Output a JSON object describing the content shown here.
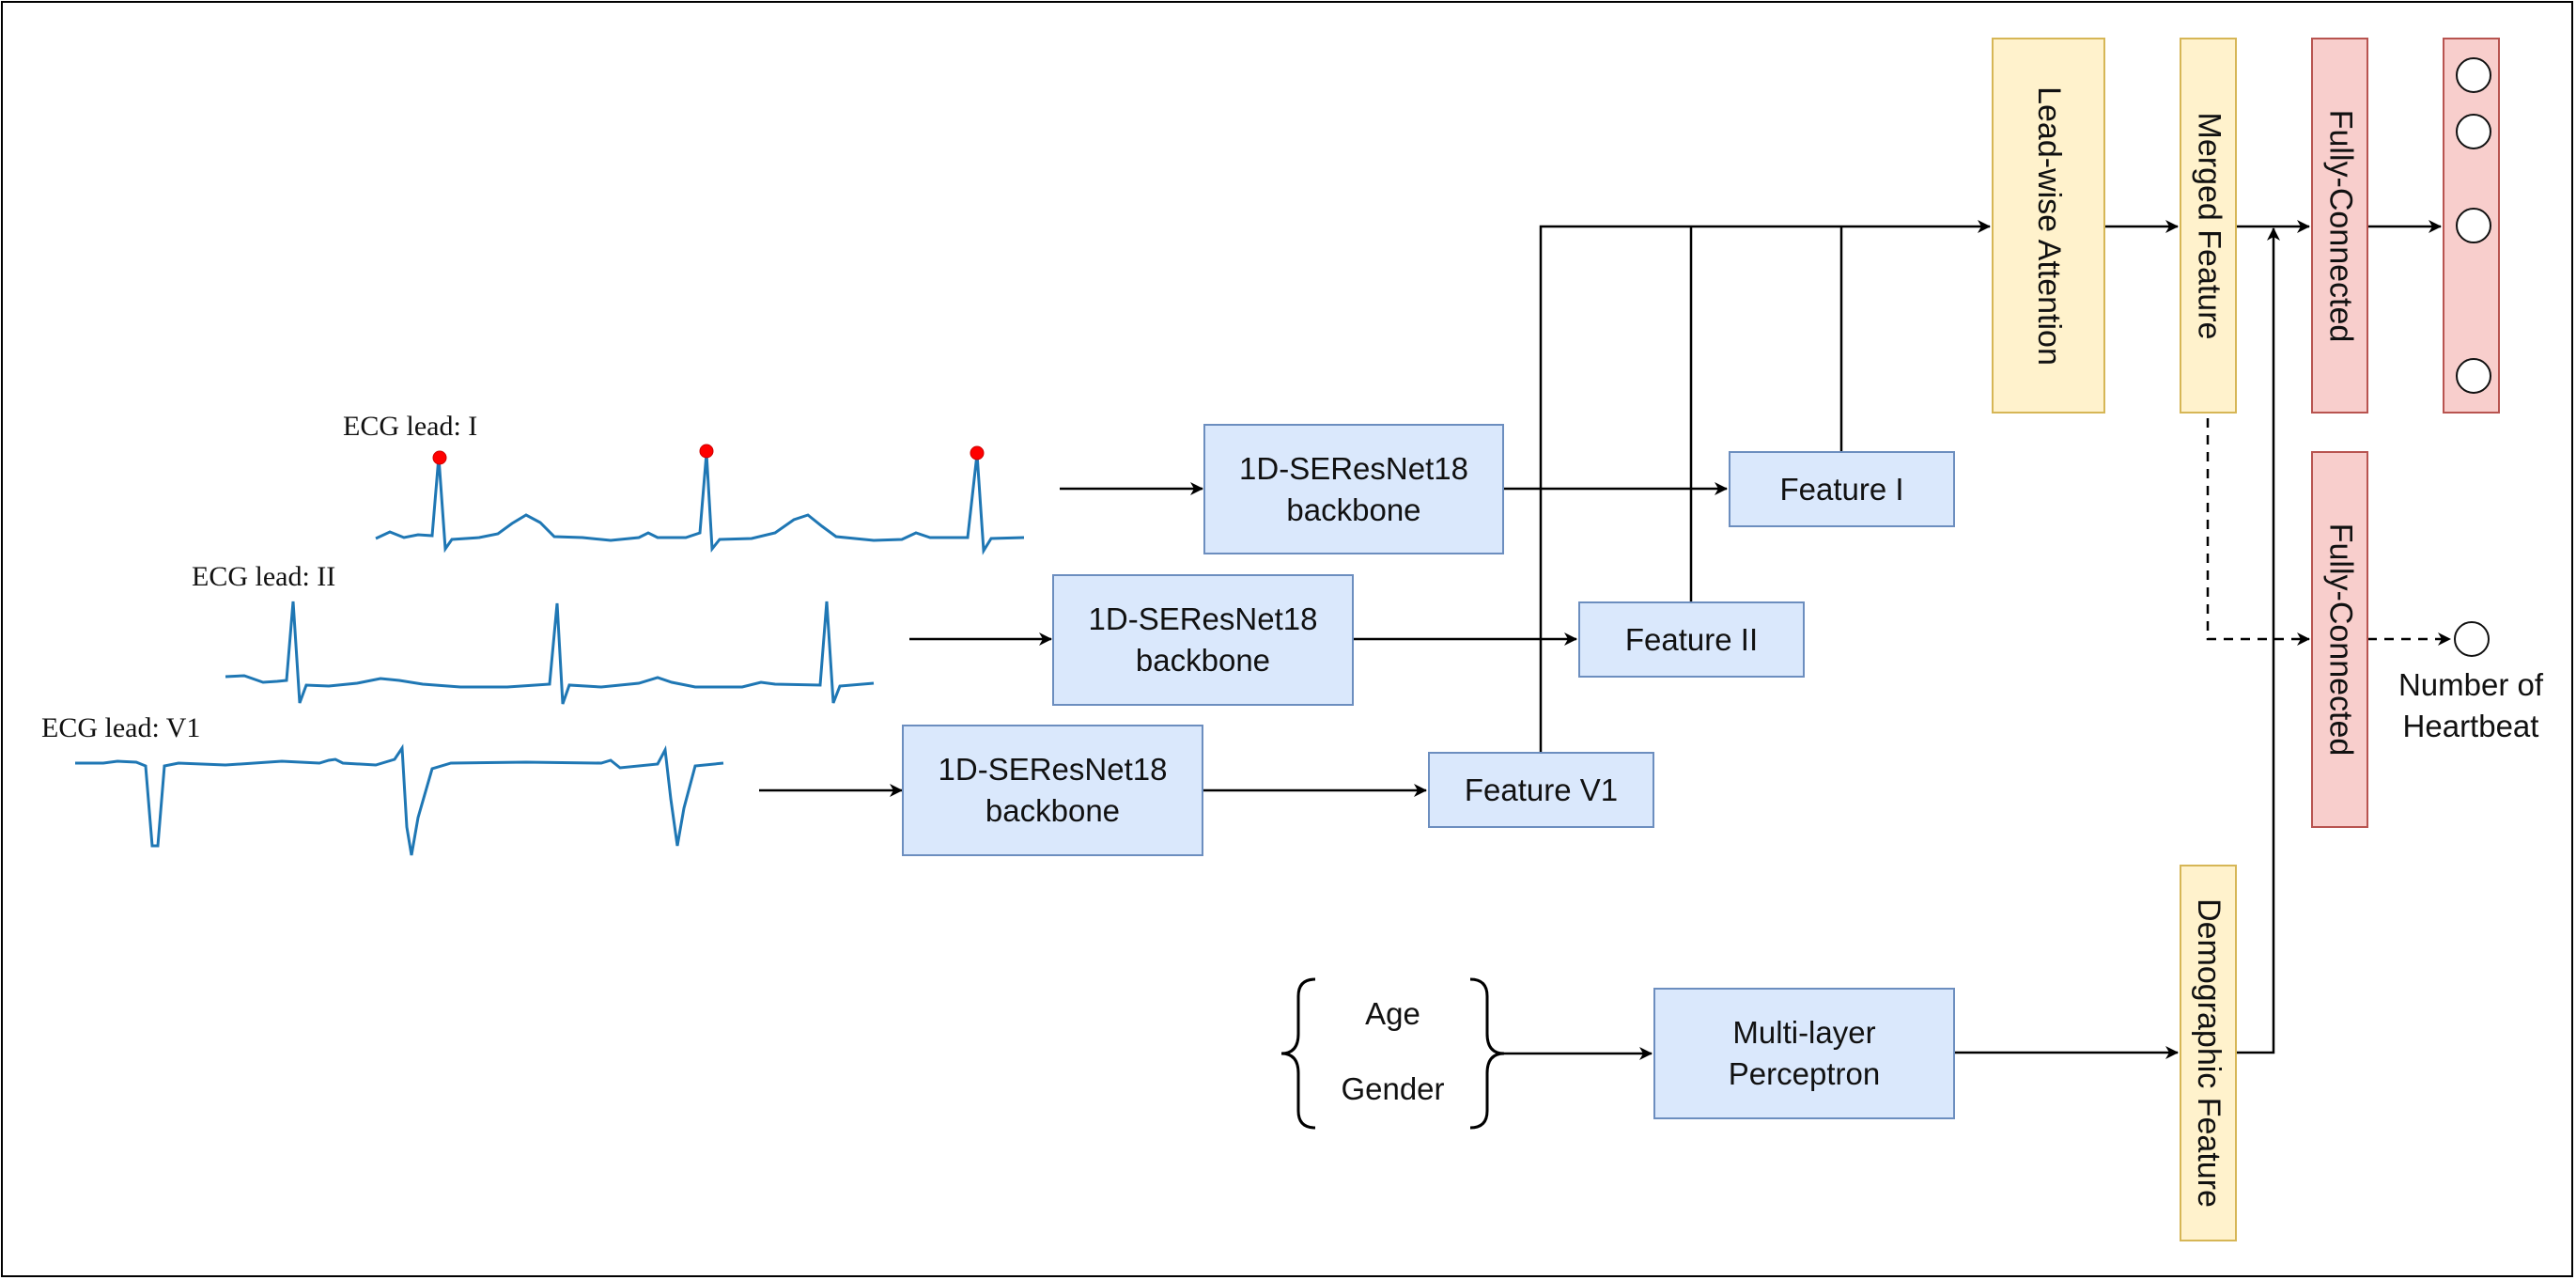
{
  "leads": [
    {
      "label": "ECG lead: I"
    },
    {
      "label": "ECG lead: II"
    },
    {
      "label": "ECG lead: V1"
    }
  ],
  "backbones": [
    {
      "label": "1D-SEResNet18\nbackbone"
    },
    {
      "label": "1D-SEResNet18\nbackbone"
    },
    {
      "label": "1D-SEResNet18\nbackbone"
    }
  ],
  "features": [
    {
      "label": "Feature I"
    },
    {
      "label": "Feature II"
    },
    {
      "label": "Feature V1"
    }
  ],
  "lead_attention": "Lead-wise Attention",
  "merged_feature": "Merged Feature",
  "fc_top": "Fully-Connected",
  "fc_bottom": "Fully-Connected",
  "demographic": {
    "age": "Age",
    "gender": "Gender"
  },
  "mlp": "Multi-layer\nPerceptron",
  "demographic_feature": "Demographic Feature",
  "output_label": "Number of\nHeartbeat",
  "colors": {
    "blue_fill": "#dae8fc",
    "blue_stroke": "#6c8ebf",
    "yellow_fill": "#fff2cc",
    "yellow_stroke": "#d6b656",
    "red_fill": "#f8cecc",
    "red_stroke": "#b85450",
    "ecg_line": "#1f77b4",
    "r_peak": "#ff0000"
  }
}
